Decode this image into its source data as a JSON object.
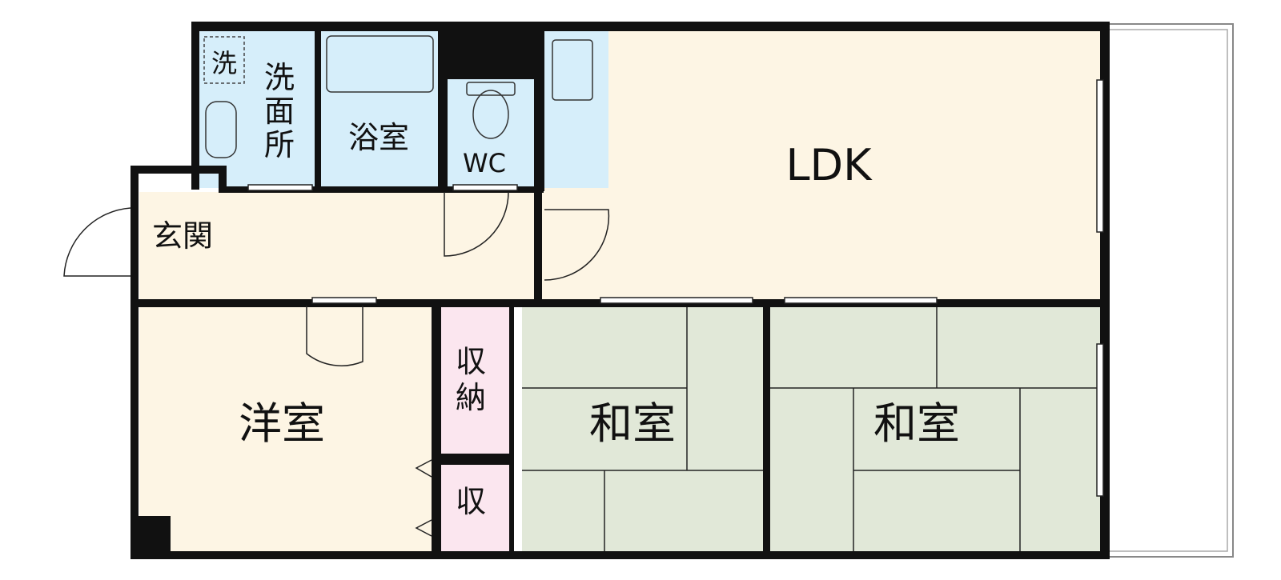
{
  "rooms": {
    "ldk": "LDK",
    "western_room": "洋室",
    "japanese_room_1": "和室",
    "japanese_room_2": "和室",
    "entrance": "玄関",
    "washroom": [
      "洗",
      "面",
      "所"
    ],
    "washer": "洗",
    "bathroom": "浴室",
    "toilet": "WC",
    "storage_tall": [
      "収",
      "納"
    ],
    "storage_small": "収"
  },
  "colors": {
    "living_floor": "#fdf5e4",
    "wet_area": "#d6eefa",
    "tatami": "#e1e8d8",
    "storage": "#fbe6ef",
    "wall": "#111111"
  }
}
